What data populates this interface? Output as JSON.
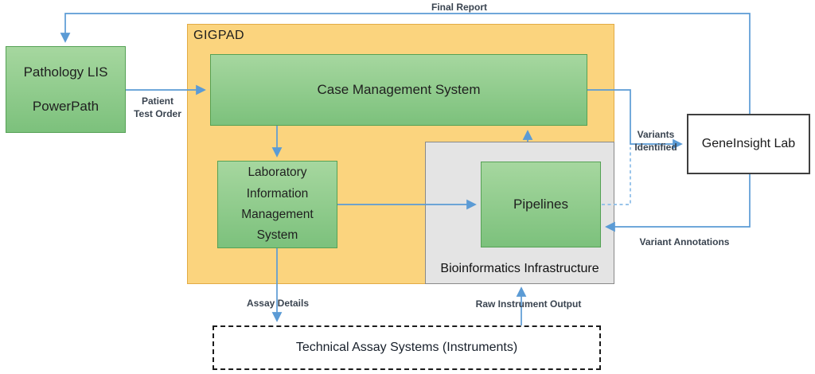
{
  "diagram": {
    "nodes": {
      "pathology_line1": "Pathology LIS",
      "pathology_line2": "PowerPath",
      "gigpad_label": "GIGPAD",
      "cms": "Case Management System",
      "lims_lines": [
        "Laboratory",
        "Information",
        "Management",
        "System"
      ],
      "pipelines": "Pipelines",
      "bioinformatics_label": "Bioinformatics Infrastructure",
      "geneinsight": "GeneInsight Lab",
      "instruments": "Technical Assay Systems (Instruments)"
    },
    "edge_labels": {
      "final_report": "Final Report",
      "patient_line1": "Patient",
      "patient_line2": "Test Order",
      "variants_line1": "Variants",
      "variants_line2": "Identified",
      "variant_annotations": "Variant Annotations",
      "assay_details": "Assay Details",
      "raw_instrument_output": "Raw Instrument Output"
    },
    "colors": {
      "connector_blue": "#5b9bd5",
      "connector_dashed_blue": "#8bbde8",
      "green_fill_top": "#a6d79f",
      "green_fill_bottom": "#7cc17c",
      "green_border": "#55a155",
      "gigpad_fill": "#fbd47e",
      "gigpad_border": "#e2ab45",
      "bioinformatics_fill": "#e4e4e4",
      "bioinformatics_border": "#898989",
      "edge_label_text": "#3a4450",
      "box_text": "#1f1f1f"
    }
  }
}
